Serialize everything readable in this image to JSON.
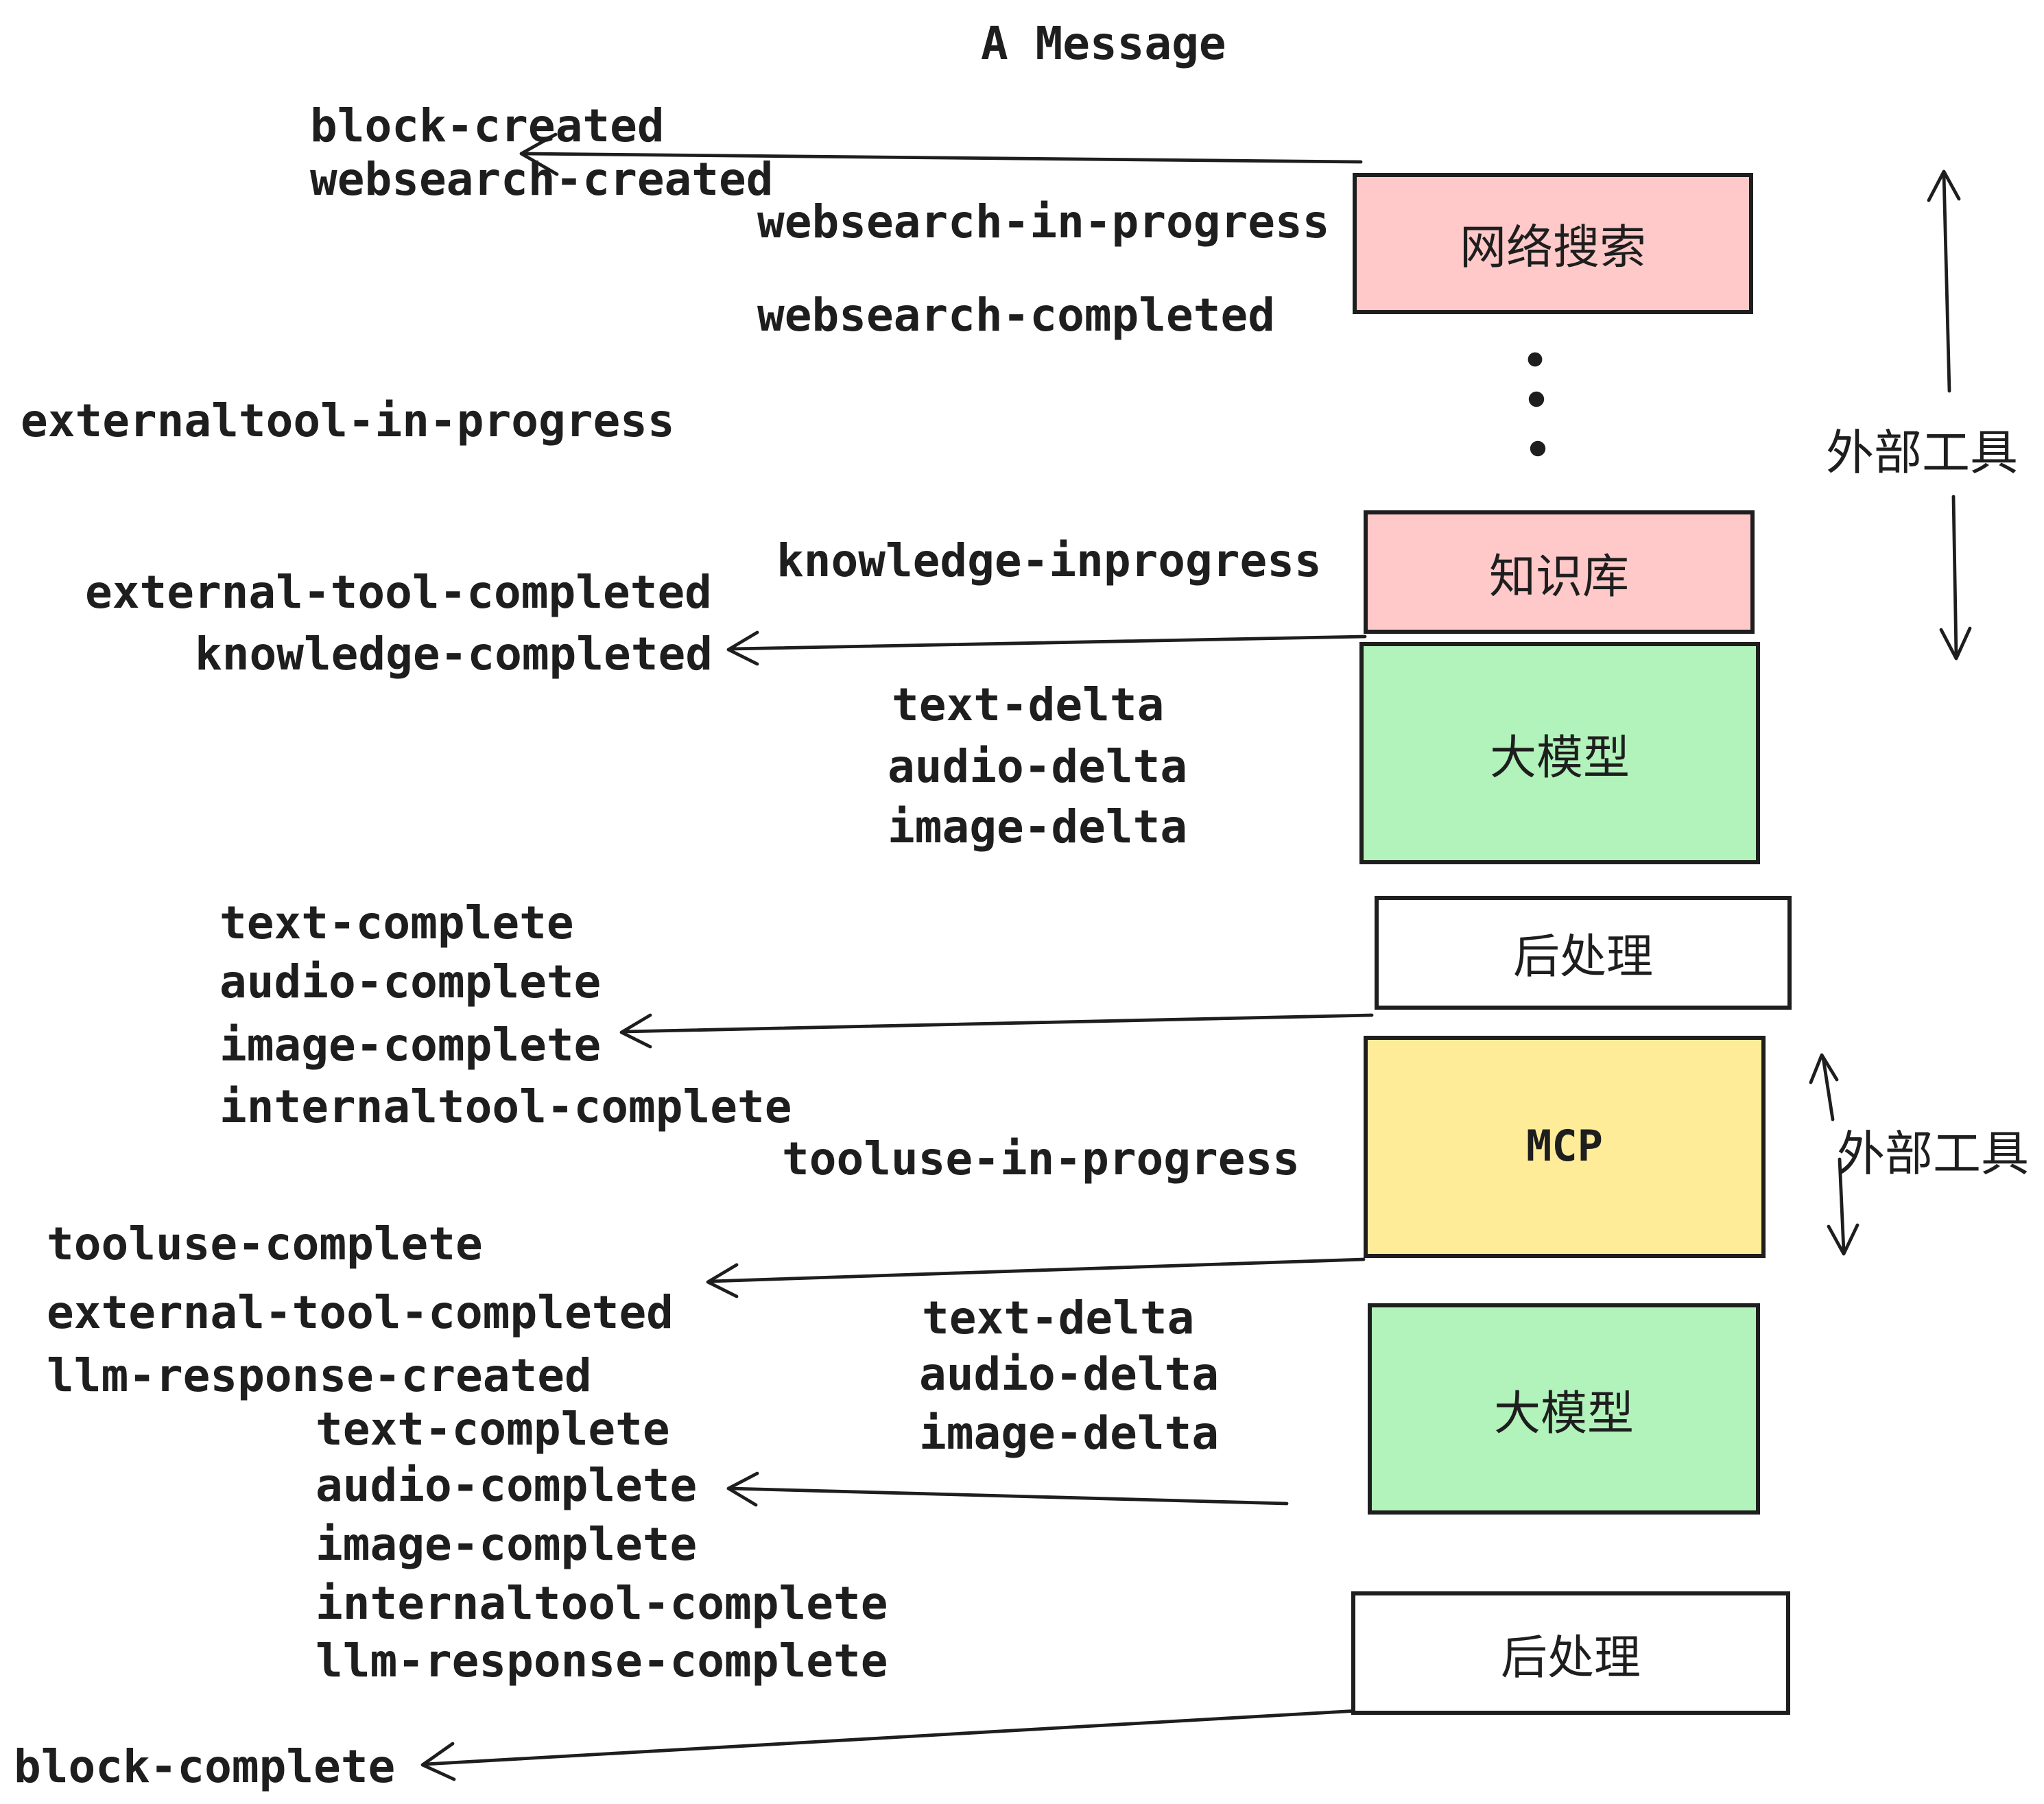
{
  "title": "A Message",
  "colors": {
    "pink": "#FFC9C9",
    "green": "#B2F2BB",
    "yellow": "#FFEC99",
    "ink": "#1e1e1e",
    "background": "#ffffff"
  },
  "boxes": [
    {
      "id": "websearch",
      "label": "网络搜索",
      "fill": "pink"
    },
    {
      "id": "knowledge",
      "label": "知识库",
      "fill": "pink"
    },
    {
      "id": "llm-1",
      "label": "大模型",
      "fill": "green"
    },
    {
      "id": "post-1",
      "label": "后处理",
      "fill": "white"
    },
    {
      "id": "mcp",
      "label": "MCP",
      "fill": "yellow"
    },
    {
      "id": "llm-2",
      "label": "大模型",
      "fill": "green"
    },
    {
      "id": "post-2",
      "label": "后处理",
      "fill": "white"
    }
  ],
  "side_labels": {
    "external_tools_top": "外部工具",
    "external_tools_bottom": "外部工具"
  },
  "events": {
    "block_created": "block-created",
    "websearch_created": "websearch-created",
    "websearch_in_progress": "websearch-in-progress",
    "websearch_completed": "websearch-completed",
    "externaltool_in_progress": "externaltool-in-progress",
    "knowledge_inprogress": "knowledge-inprogress",
    "external_tool_completed_1": "external-tool-completed",
    "knowledge_completed": "knowledge-completed",
    "text_delta_1": "text-delta",
    "audio_delta_1": "audio-delta",
    "image_delta_1": "image-delta",
    "text_complete_1": "text-complete",
    "audio_complete_1": "audio-complete",
    "image_complete_1": "image-complete",
    "internaltool_complete_1": "internaltool-complete",
    "tooluse_in_progress": "tooluse-in-progress",
    "tooluse_complete": "tooluse-complete",
    "external_tool_completed_2": "external-tool-completed",
    "llm_response_created": "llm-response-created",
    "text_delta_2": "text-delta",
    "audio_delta_2": "audio-delta",
    "image_delta_2": "image-delta",
    "text_complete_2": "text-complete",
    "audio_complete_2": "audio-complete",
    "image_complete_2": "image-complete",
    "internaltool_complete_2": "internaltool-complete",
    "llm_response_complete": "llm-response-complete",
    "block_complete": "block-complete"
  }
}
